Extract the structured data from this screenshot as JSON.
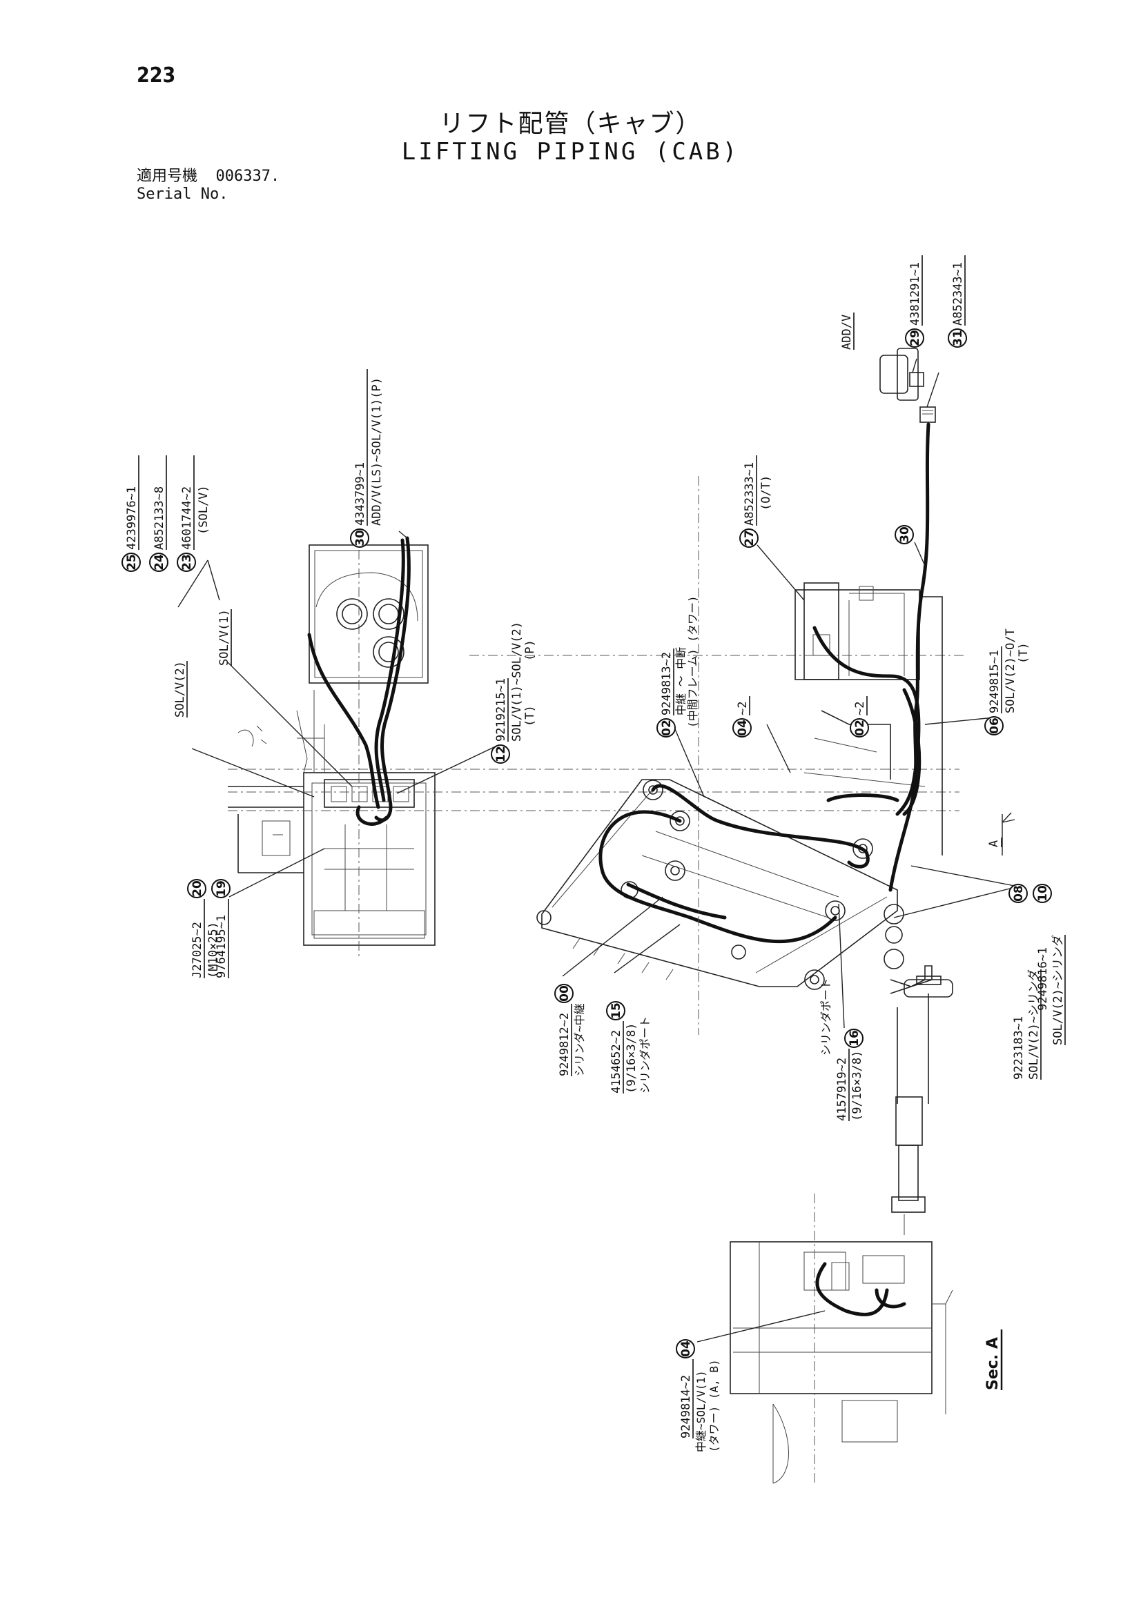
{
  "page_number": "223",
  "title_jp": "リフト配管（キャブ）",
  "title_en": "LIFTING PIPING (CAB)",
  "serial": {
    "label_jp": "適用号機",
    "value": "006337.",
    "label_en": "Serial No."
  },
  "callouts": {
    "c25": {
      "num": "25",
      "text": "4239976~1"
    },
    "c24": {
      "num": "24",
      "text": "A852133~8"
    },
    "c23": {
      "num": "23",
      "text": "4601744~2",
      "note": "(SOL/V)"
    },
    "c30a": {
      "num": "30",
      "text": "4343799~1",
      "note": "ADD/V(LS)~SOL/V(1)(P)"
    },
    "c12": {
      "num": "12",
      "text": "9219215~1",
      "note1": "SOL/V(1)~SOL/V(2)",
      "note2": "(P)",
      "note3": "(T)"
    },
    "c20": {
      "num": "20",
      "text": "J27025~2",
      "note": "(M10×25)"
    },
    "c19": {
      "num": "19",
      "text": "9764195~1"
    },
    "c29": {
      "num": "29",
      "text": "4381291~1"
    },
    "c31": {
      "num": "31",
      "text": "A852343~1"
    },
    "c27": {
      "num": "27",
      "text": "A852333~1",
      "note": "(O/T)"
    },
    "c30b": {
      "num": "30"
    },
    "c02a": {
      "num": "02",
      "text": "9249813~2",
      "note1": "中継 ～ 中断",
      "note2": "(中間フレーム) (タワー)"
    },
    "c04a": {
      "num": "04",
      "text": "~2"
    },
    "c02b": {
      "num": "02",
      "text": "~2"
    },
    "c06": {
      "num": "06",
      "text": "9249815~1",
      "note1": "SOL/V(2)~O/T",
      "note2": "(T)"
    },
    "c08": {
      "num": "08",
      "text": "9223183~1",
      "note": "SOL/V(2)~シリンダ"
    },
    "c10": {
      "num": "10",
      "text": "9249816~1",
      "note": "SOL/V(2)~シリンダ"
    },
    "c00": {
      "num": "00",
      "text": "9249812~2",
      "note": "シリンダ~中継"
    },
    "c15": {
      "num": "15",
      "text": "4154652~2",
      "note1": "(9/16×3/8)",
      "note2": "シリンダポート"
    },
    "c16": {
      "num": "16",
      "text": "4157919~2",
      "note1": "(9/16×3/8)",
      "note2": "シリンダポート"
    },
    "c04b": {
      "num": "04",
      "text": "9249814~2",
      "note1": "中継~SOL/V(1)",
      "note2": "(タワー) (A, B)"
    }
  },
  "component_labels": {
    "solv2": "SOL/V(2)",
    "solv1": "SOL/V(1)",
    "addv": "ADD/V"
  },
  "view_marker": "A",
  "section_label": "Sec. A"
}
